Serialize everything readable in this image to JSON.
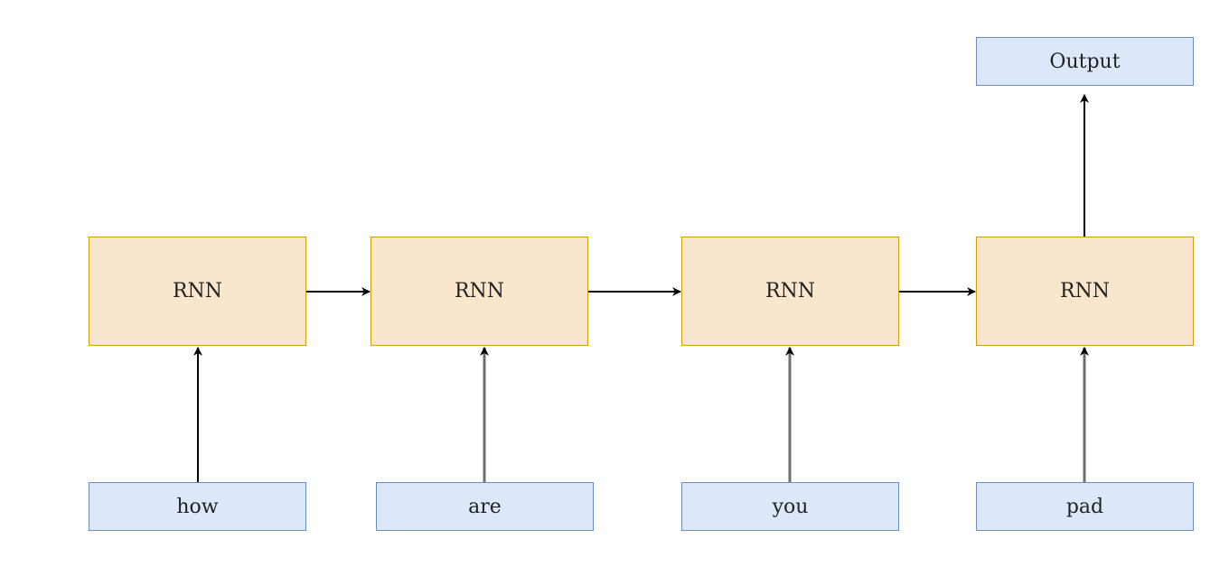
{
  "diagram": {
    "output": {
      "label": "Output"
    },
    "cells": [
      {
        "label": "RNN"
      },
      {
        "label": "RNN"
      },
      {
        "label": "RNN"
      },
      {
        "label": "RNN"
      }
    ],
    "tokens": [
      {
        "label": "how"
      },
      {
        "label": "are"
      },
      {
        "label": "you"
      },
      {
        "label": "pad"
      }
    ],
    "colors": {
      "rnn_fill": "#fae6cd",
      "rnn_border": "#d79b00",
      "token_fill": "#dce8fa",
      "token_border": "#6c8ebf",
      "arrow_black": "#000000",
      "arrow_gray": "#6e6e6e"
    }
  }
}
